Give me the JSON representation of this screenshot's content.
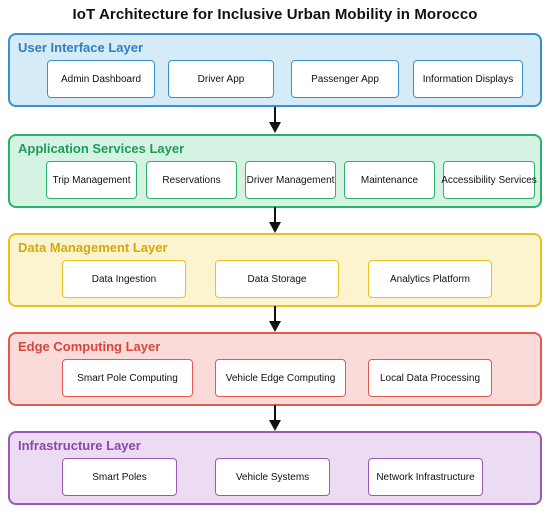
{
  "title": "IoT Architecture for Inclusive Urban Mobility in Morocco",
  "layers": [
    {
      "name": "User Interface Layer",
      "color": "#3a8fd0",
      "components": [
        "Admin Dashboard",
        "Driver App",
        "Passenger App",
        "Information Displays"
      ]
    },
    {
      "name": "Application Services Layer",
      "color": "#28b26a",
      "components": [
        "Trip Management",
        "Reservations",
        "Driver Management",
        "Maintenance",
        "Accessibility Services"
      ]
    },
    {
      "name": "Data Management Layer",
      "color": "#e8c21e",
      "components": [
        "Data Ingestion",
        "Data Storage",
        "Analytics Platform"
      ]
    },
    {
      "name": "Edge Computing Layer",
      "color": "#e05a4e",
      "components": [
        "Smart Pole Computing",
        "Vehicle Edge Computing",
        "Local Data Processing"
      ]
    },
    {
      "name": "Infrastructure Layer",
      "color": "#9b59b6",
      "components": [
        "Smart Poles",
        "Vehicle Systems",
        "Network Infrastructure"
      ]
    }
  ]
}
